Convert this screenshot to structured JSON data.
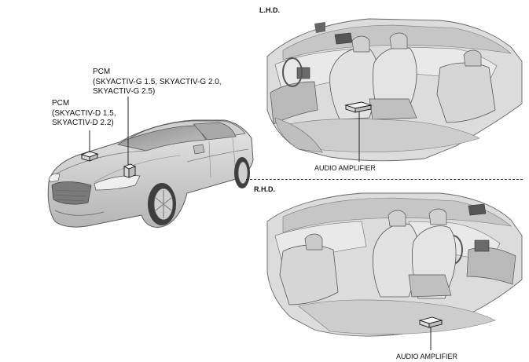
{
  "sections": {
    "lhd_title": "L.H.D.",
    "rhd_title": "R.H.D."
  },
  "labels": {
    "pcm_gasoline": [
      "PCM",
      "(SKYACTIV-G 1.5, SKYACTIV-G 2.0,",
      "SKYACTIV-G 2.5)"
    ],
    "pcm_diesel": [
      "PCM",
      "(SKYACTIV-D 1.5,",
      "SKYACTIV-D 2.2)"
    ],
    "amp_lhd": "AUDIO AMPLIFIER",
    "amp_rhd": "AUDIO AMPLIFIER"
  },
  "colors": {
    "body_fill": "#d3d3d3",
    "body_dark": "#9a9a9a",
    "outline": "#444444"
  }
}
